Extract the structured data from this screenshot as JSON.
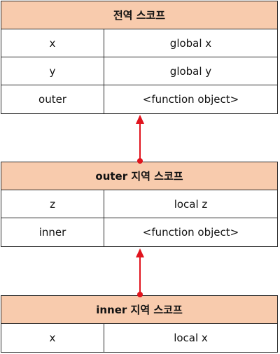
{
  "scopes": {
    "global": {
      "title": "전역 스코프",
      "rows": [
        {
          "name": "x",
          "value": "global x"
        },
        {
          "name": "y",
          "value": "global y"
        },
        {
          "name": "outer",
          "value": "<function object>"
        }
      ]
    },
    "outer": {
      "title": "outer 지역 스코프",
      "rows": [
        {
          "name": "z",
          "value": "local z"
        },
        {
          "name": "inner",
          "value": "<function object>"
        }
      ]
    },
    "inner": {
      "title": "inner 지역 스코프",
      "rows": [
        {
          "name": "x",
          "value": "local x"
        }
      ]
    }
  },
  "colors": {
    "header_fill": "#f8cbad",
    "border": "#2b2b2b",
    "arrow": "#e0141e"
  }
}
